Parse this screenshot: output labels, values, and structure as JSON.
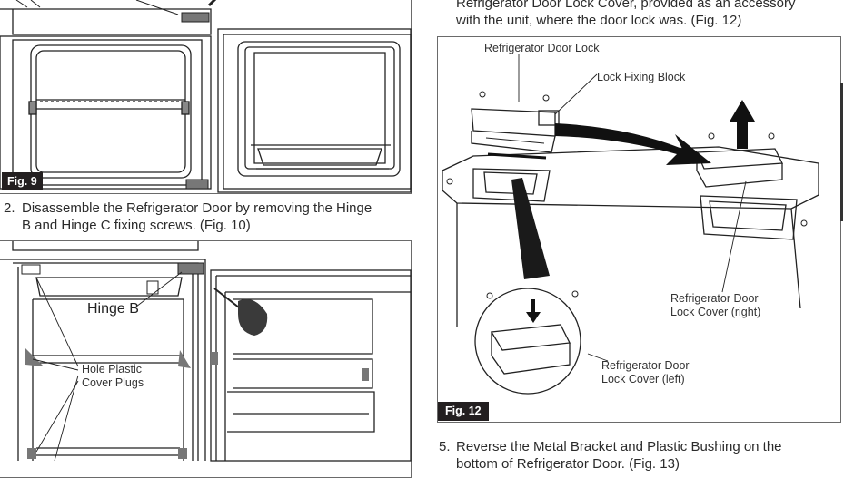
{
  "fig9": {
    "label": "Fig. 9"
  },
  "step2": {
    "number": "2.",
    "line1": "Disassemble the Refrigerator Door by removing the Hinge",
    "line2": "B and Hinge C fixing screws. (Fig. 10)"
  },
  "fig10": {
    "hinge_b": "Hinge B",
    "plugs_line1": "Hole Plastic",
    "plugs_line2": "Cover Plugs"
  },
  "top_right": {
    "line1": "Refrigerator Door Lock Cover, provided as an accessory",
    "line2": "with the unit, where the door lock was. (Fig. 12)"
  },
  "fig12": {
    "label": "Fig. 12",
    "door_lock": "Refrigerator Door Lock",
    "fixing_block": "Lock Fixing Block",
    "cover_right_1": "Refrigerator Door",
    "cover_right_2": "Lock Cover (right)",
    "cover_left_1": "Refrigerator Door",
    "cover_left_2": "Lock Cover (left)"
  },
  "step5": {
    "number": "5.",
    "line1": "Reverse the Metal Bracket and Plastic Bushing on the",
    "line2": "bottom of Refrigerator Door. (Fig. 13)"
  }
}
